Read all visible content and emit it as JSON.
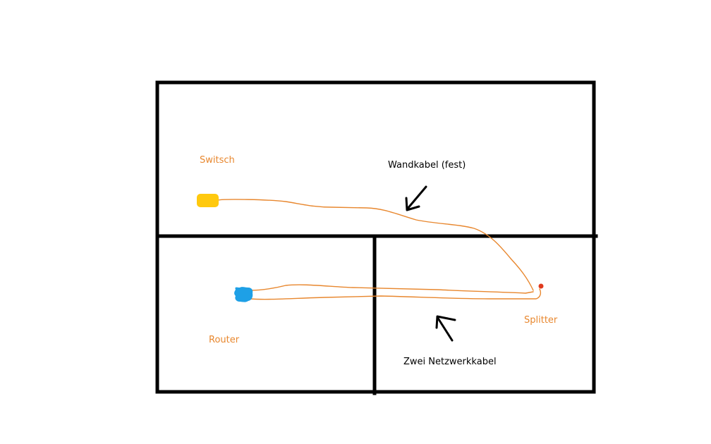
{
  "labels": {
    "switch": "Switsch",
    "wall_cable": "Wandkabel (fest)",
    "router": "Router",
    "splitter": "Splitter",
    "two_cables": "Zwei Netzwerkkabel"
  },
  "colors": {
    "walls": "#000000",
    "cable": "#e8872e",
    "label_orange": "#e8872e",
    "switch_device": "#ffc90e",
    "router_device": "#1ea0e6",
    "splitter_dot": "#e03a1e"
  }
}
